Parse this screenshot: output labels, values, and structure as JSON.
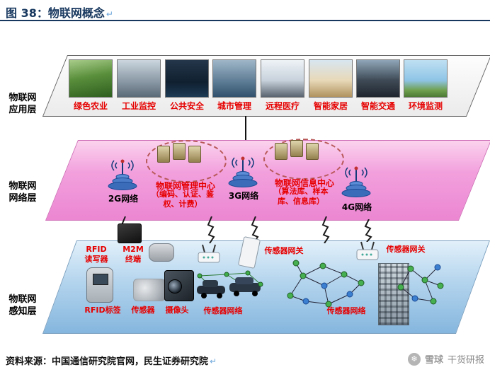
{
  "title": {
    "text": "图 38：物联网概念",
    "mark": "↵"
  },
  "layers": {
    "application": {
      "side_label": [
        "物联网",
        "应用层"
      ],
      "items": [
        {
          "label": "绿色农业",
          "image": "green-agriculture-photo"
        },
        {
          "label": "工业监控",
          "image": "industrial-monitoring-photo"
        },
        {
          "label": "公共安全",
          "image": "public-safety-photo"
        },
        {
          "label": "城市管理",
          "image": "city-management-photo"
        },
        {
          "label": "远程医疗",
          "image": "telemedicine-photo"
        },
        {
          "label": "智能家居",
          "image": "smart-home-photo"
        },
        {
          "label": "智能交通",
          "image": "smart-transport-photo"
        },
        {
          "label": "环境监测",
          "image": "environment-monitoring-photo"
        }
      ]
    },
    "network": {
      "side_label": [
        "物联网",
        "网络层"
      ],
      "nodes": [
        {
          "label": "2G网络"
        },
        {
          "label": "3G网络"
        },
        {
          "label": "4G网络"
        }
      ],
      "centers": [
        {
          "name": "物联网管理中心",
          "detail": "（编码、认证、鉴权、计费）"
        },
        {
          "name": "物联网信息中心",
          "detail": "（算法库、样本库、信息库）"
        }
      ]
    },
    "perception": {
      "side_label": [
        "物联网",
        "感知层"
      ],
      "labels": {
        "rfid_reader": [
          "RFID",
          "读写器"
        ],
        "m2m_terminal": [
          "M2M",
          "终端"
        ],
        "sensor_gateway_left": "传感器网关",
        "sensor_gateway_right": "传感器网关",
        "rfid_tag": "RFID标签",
        "sensor": "传感器",
        "camera": "摄像头",
        "sensor_network_left": "传感器网络",
        "sensor_network_right": "传感器网络"
      }
    }
  },
  "footer": {
    "source": "资料来源：中国通信研究院官网，民生证券研究院",
    "mark": "↵"
  },
  "watermark": {
    "logo_glyph": "❄",
    "brand": "雪球",
    "name": "干货研报"
  },
  "icons": {
    "snowflake-icon": "❄",
    "antenna-icon": "svg stacked blue discs with mast and signal arcs",
    "server-icon": "css tan tower box",
    "lightning-connector-icon": "svg zigzag bolt",
    "return-mark-icon": "↵"
  },
  "colors": {
    "title_blue": "#17375e",
    "label_red": "#e60000",
    "network_layer_pink": "#f2a0dd",
    "perception_layer_blue": "#a9cdea",
    "watermark_gray": "#9a9a9a"
  }
}
